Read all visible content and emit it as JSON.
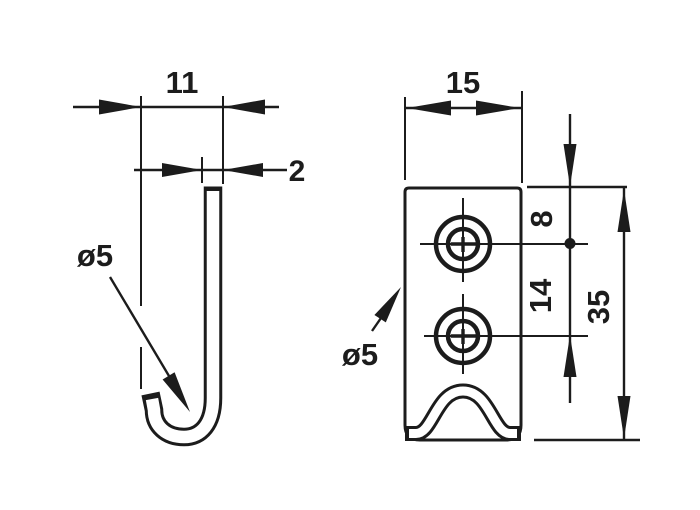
{
  "colors": {
    "background": "#ffffff",
    "ink": "#1c1c1c",
    "bold_label_ink": "#000006"
  },
  "side_view": {
    "description": "hook side profile",
    "hook_width_label": "11",
    "wire_thickness_label": "2",
    "wire_diameter_label": "ø5"
  },
  "front_view": {
    "description": "mounting plate front view",
    "plate_width_label": "15",
    "hole_top_offset_label": "8",
    "hole_spacing_label": "14",
    "plate_height_label": "35",
    "hole_diameter_label": "ø5"
  }
}
